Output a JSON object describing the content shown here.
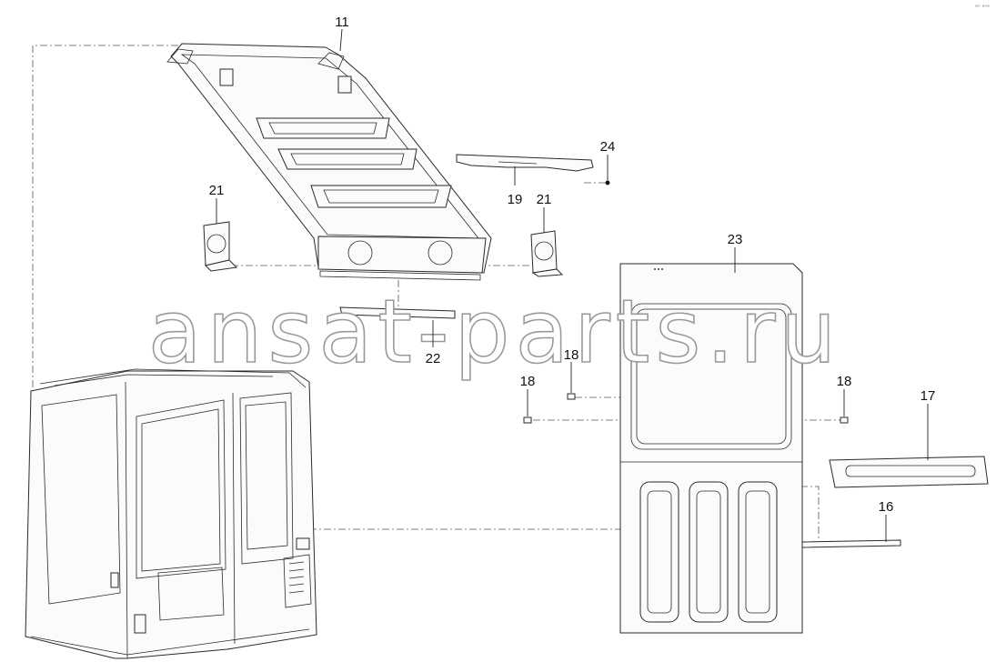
{
  "watermark": "ansat-parts.ru",
  "corner_mark": "ᵃⁿ ᵃⁿᵃ",
  "callouts": [
    {
      "id": "c11",
      "text": "11"
    },
    {
      "id": "c24",
      "text": "24"
    },
    {
      "id": "c21a",
      "text": "21"
    },
    {
      "id": "c19",
      "text": "19"
    },
    {
      "id": "c21b",
      "text": "21"
    },
    {
      "id": "c23",
      "text": "23"
    },
    {
      "id": "c22",
      "text": "22"
    },
    {
      "id": "c18a",
      "text": "18"
    },
    {
      "id": "c18b",
      "text": "18"
    },
    {
      "id": "c18c",
      "text": "18"
    },
    {
      "id": "c17",
      "text": "17"
    },
    {
      "id": "c16",
      "text": "16"
    }
  ]
}
